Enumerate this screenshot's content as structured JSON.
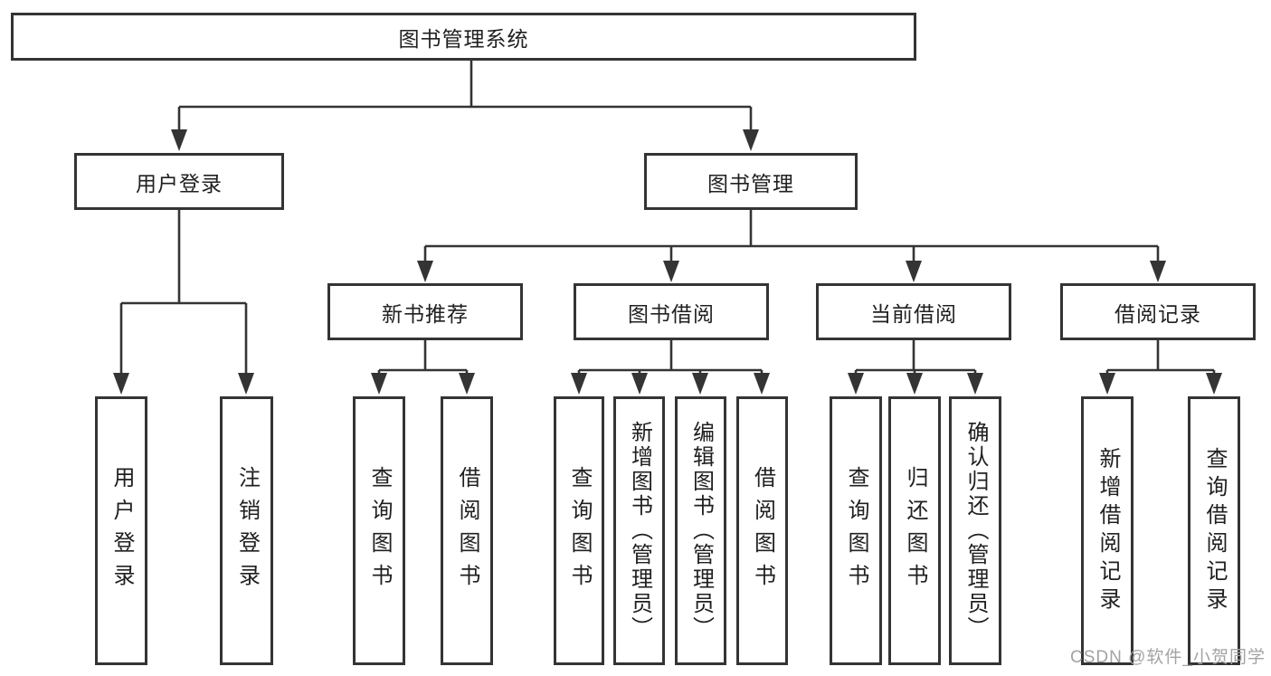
{
  "colors": {
    "line": "#343434",
    "node_border": "#343434",
    "node_background": "#ffffff",
    "text": "#202020",
    "watermark": "#a3a3a3"
  },
  "diagram": {
    "root": {
      "label": "图书管理系统"
    },
    "branches": [
      {
        "label": "用户登录",
        "children": [
          {
            "label": "用户登录"
          },
          {
            "label": "注销登录"
          }
        ]
      },
      {
        "label": "图书管理",
        "children": [
          {
            "label": "新书推荐",
            "children": [
              {
                "label": "查询图书"
              },
              {
                "label": "借阅图书"
              }
            ]
          },
          {
            "label": "图书借阅",
            "children": [
              {
                "label": "查询图书"
              },
              {
                "label": "新增图书（管理员）"
              },
              {
                "label": "编辑图书（管理员）"
              },
              {
                "label": "借阅图书"
              }
            ]
          },
          {
            "label": "当前借阅",
            "children": [
              {
                "label": "查询图书"
              },
              {
                "label": "归还图书"
              },
              {
                "label": "确认归还（管理员）"
              }
            ]
          },
          {
            "label": "借阅记录",
            "children": [
              {
                "label": "新增借阅记录"
              },
              {
                "label": "查询借阅记录"
              }
            ]
          }
        ]
      }
    ]
  },
  "watermark": {
    "text": "CSDN @软件_小贺同学"
  }
}
